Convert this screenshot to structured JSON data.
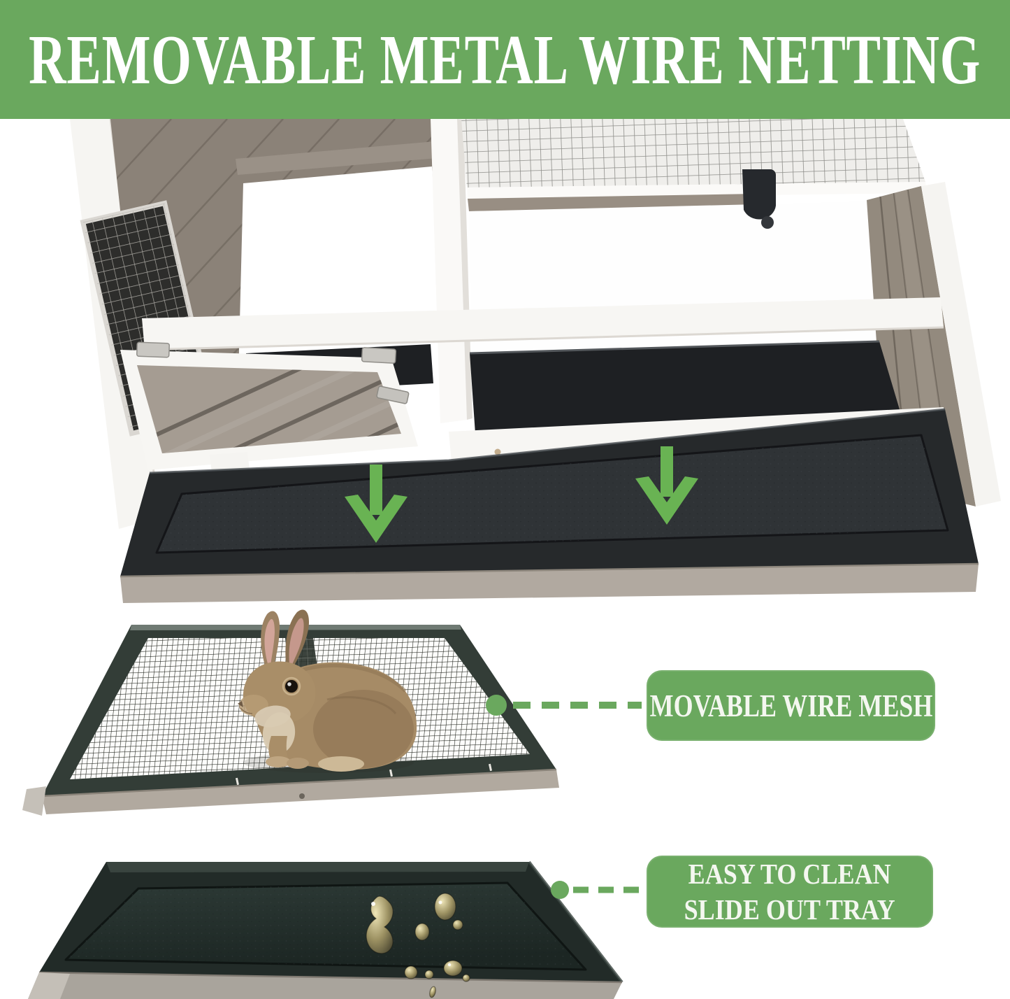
{
  "banner": {
    "title": "REMOVABLE METAL WIRE NETTING"
  },
  "callouts": {
    "mesh": {
      "label": "MOVABLE WIRE MESH"
    },
    "tray": {
      "line1": "EASY TO CLEAN",
      "line2": "SLIDE OUT TRAY"
    }
  },
  "colors": {
    "banner_green": "#6aa85e",
    "callout_green": "#6aa85e",
    "arrow_green": "#69b353",
    "connector_green": "#6aa85e",
    "label_text": "#ffffff",
    "tray_dark": "#26292b",
    "wood_taupe": "#8b8278",
    "frame_white": "#f7f6f3"
  },
  "figure": {
    "hutch": "rabbit-hutch-top-view",
    "mesh_panel": "wire-mesh-panel-with-rabbit",
    "tray": "slide-out-tray-with-water-drops"
  }
}
